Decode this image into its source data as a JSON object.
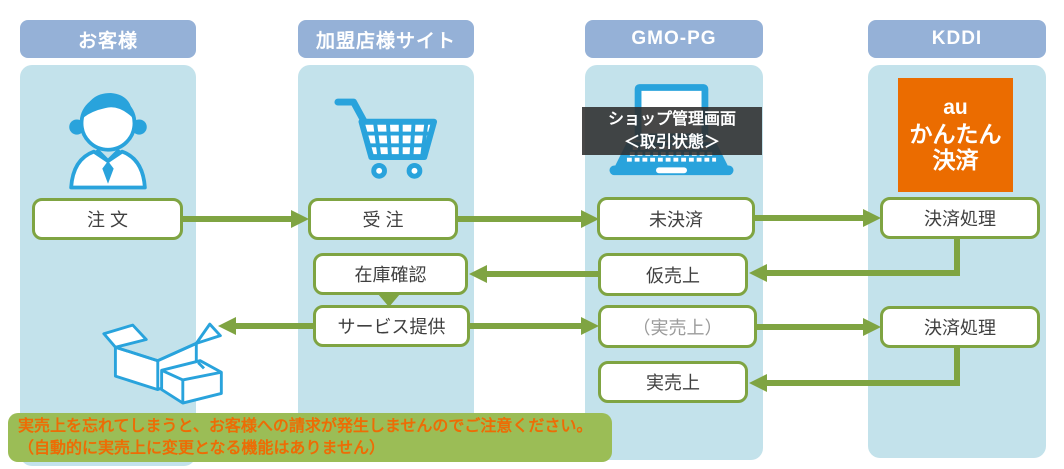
{
  "columns": [
    {
      "id": "customer",
      "header": "お客様"
    },
    {
      "id": "merchant",
      "header": "加盟店様サイト"
    },
    {
      "id": "gmopg",
      "header": "GMO-PG"
    },
    {
      "id": "kddi",
      "header": "KDDI"
    }
  ],
  "overlay": {
    "line1": "ショップ管理画面",
    "line2": "＜取引状態＞"
  },
  "au_logo": {
    "line1": "au",
    "line2": "かんたん",
    "line3": "決済"
  },
  "boxes": {
    "order": "注 文",
    "accept": "受 注",
    "unsettled": "未決済",
    "pay1": "決済処理",
    "stock": "在庫確認",
    "provisional": "仮売上",
    "service": "サービス提供",
    "actual_paren": "（実売上）",
    "pay2": "決済処理",
    "actual": "実売上"
  },
  "note": {
    "line1": "実売上を忘れてしまうと、お客様への請求が発生しませんのでご注意ください。",
    "line2": "（自動的に実売上に変更となる機能はありません）"
  },
  "icons": [
    "person-icon",
    "cart-icon",
    "laptop-icon",
    "boxes-icon",
    "au-logo"
  ],
  "colors": {
    "header_bg": "#95B1D7",
    "column_bg": "#C3E2EB",
    "flow_green": "#7FA442",
    "note_bg": "#9BBD56",
    "note_text": "#ED6C05",
    "icon_blue": "#29A3DC",
    "logo_orange": "#EB6C00",
    "overlay_bg": "#3C3C3C"
  }
}
